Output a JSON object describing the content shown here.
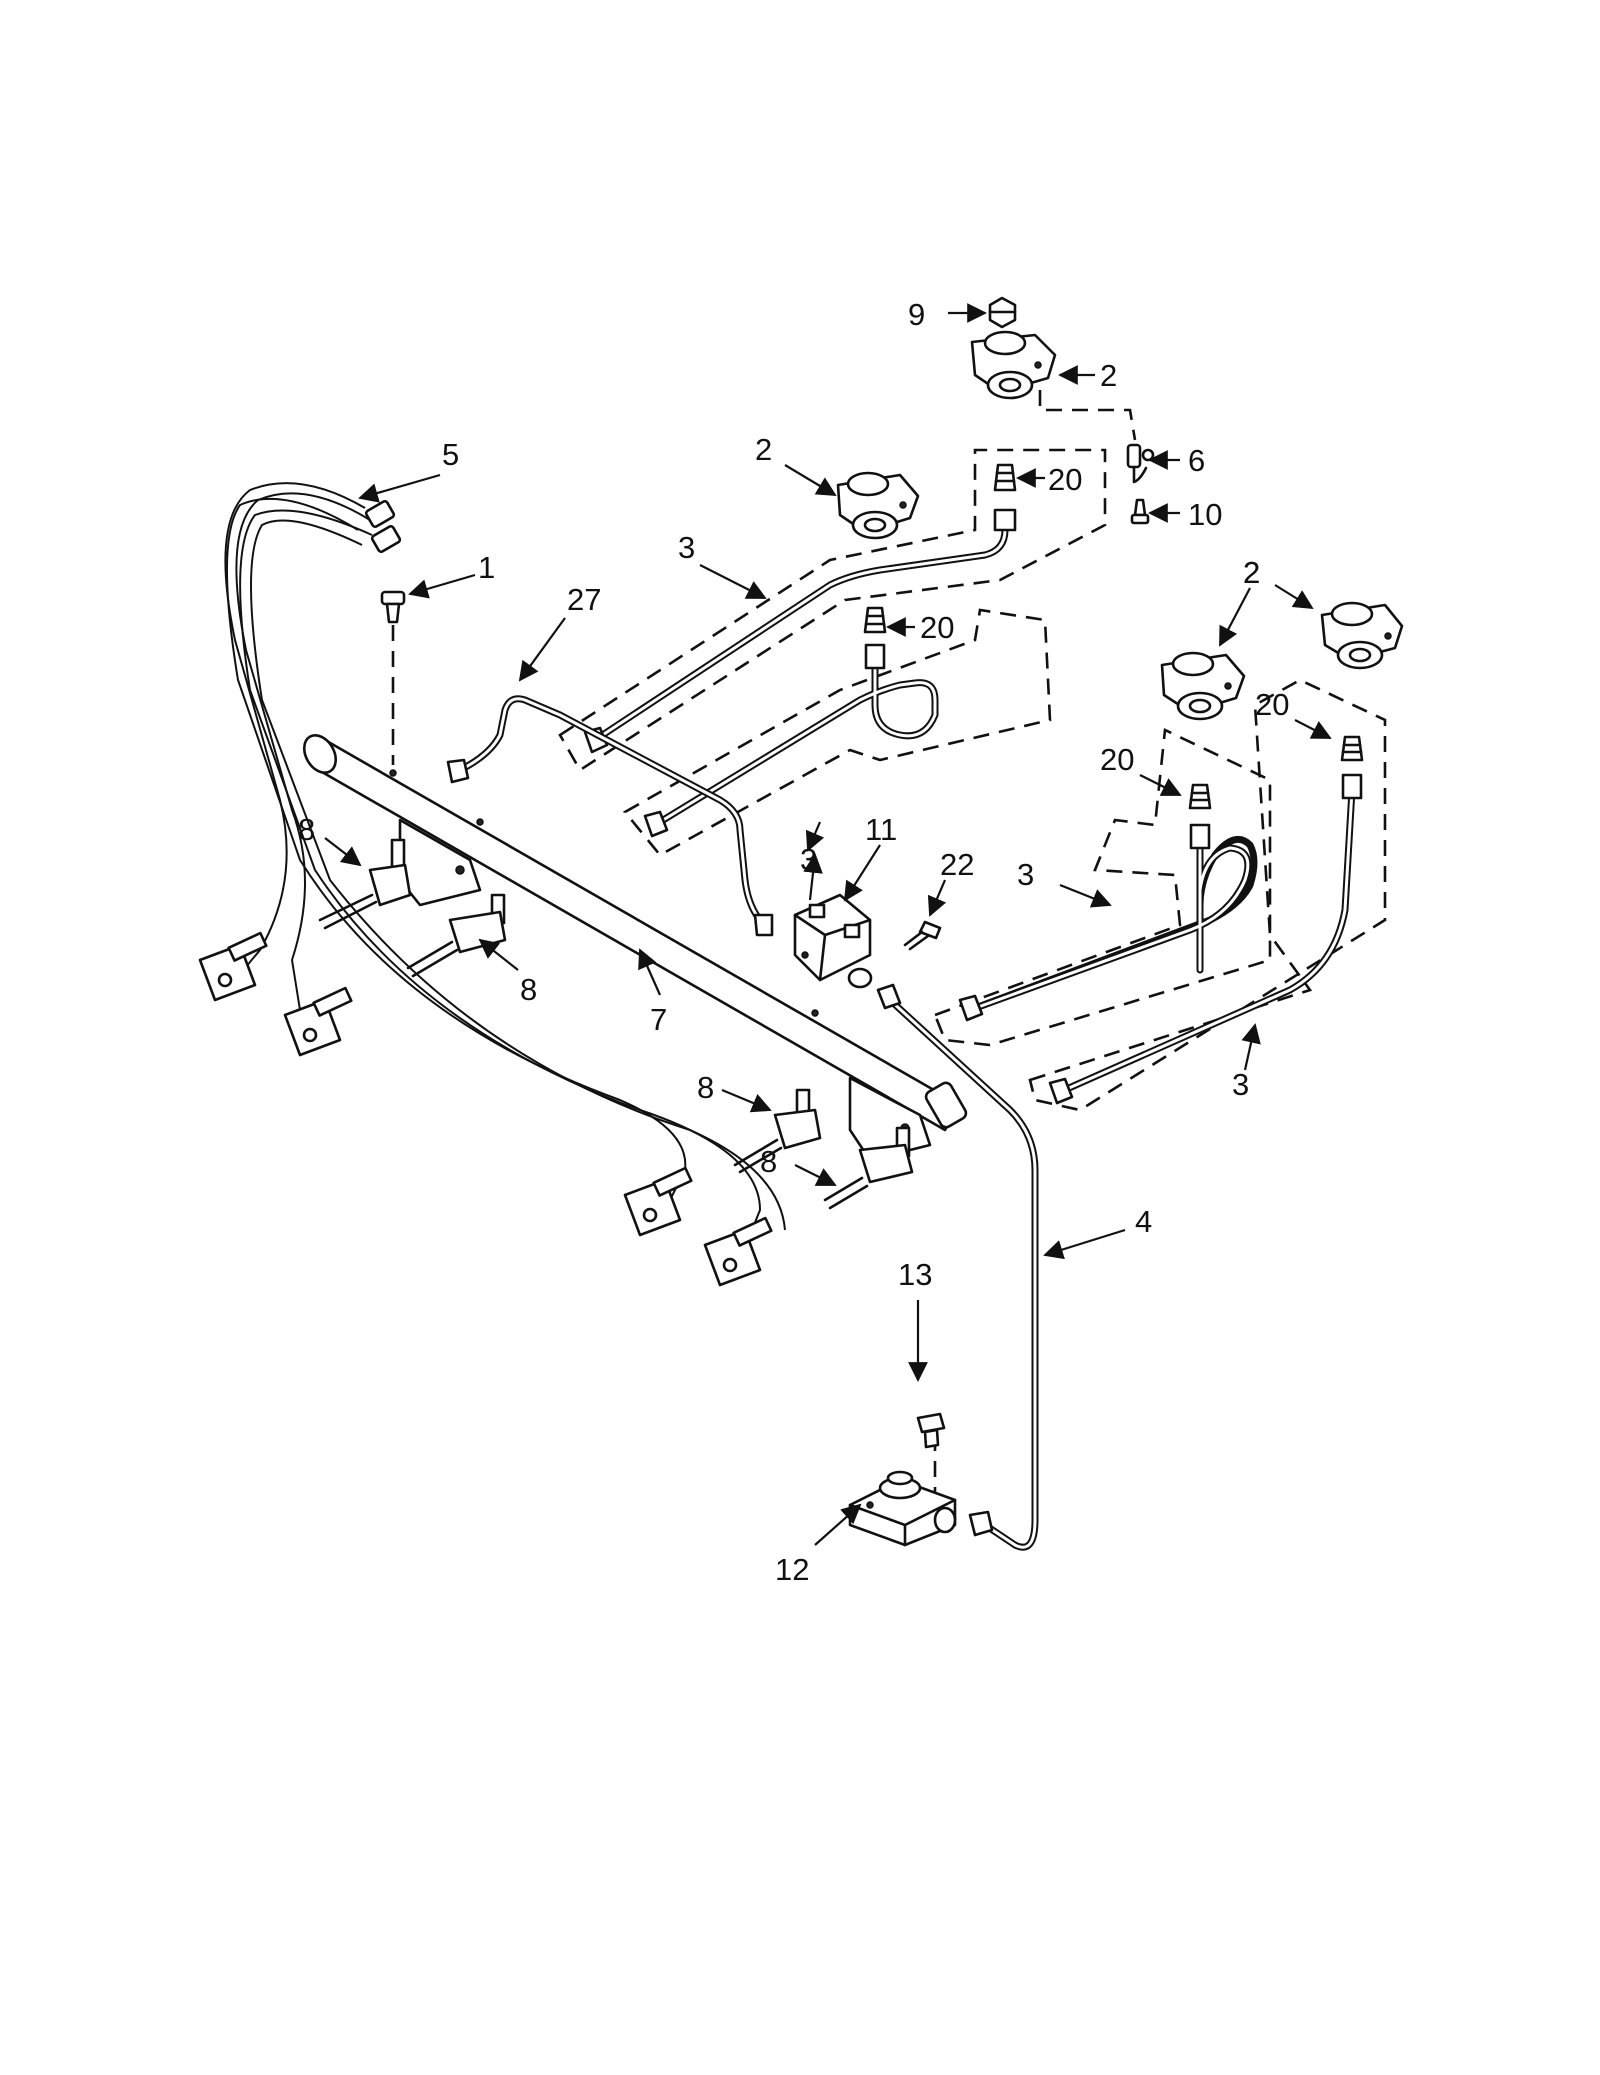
{
  "callouts": [
    {
      "id": "c9",
      "label": "9"
    },
    {
      "id": "c2a",
      "label": "2"
    },
    {
      "id": "c6",
      "label": "6"
    },
    {
      "id": "c10",
      "label": "10"
    },
    {
      "id": "c20a",
      "label": "20"
    },
    {
      "id": "c2b",
      "label": "2"
    },
    {
      "id": "c5",
      "label": "5"
    },
    {
      "id": "c3a",
      "label": "3"
    },
    {
      "id": "c1",
      "label": "1"
    },
    {
      "id": "c27",
      "label": "27"
    },
    {
      "id": "c20b",
      "label": "20"
    },
    {
      "id": "c2c",
      "label": "2"
    },
    {
      "id": "c2d",
      "label": "2"
    },
    {
      "id": "c20c",
      "label": "20"
    },
    {
      "id": "c20d",
      "label": "20"
    },
    {
      "id": "c8a",
      "label": "8"
    },
    {
      "id": "c11",
      "label": "11"
    },
    {
      "id": "c22",
      "label": "22"
    },
    {
      "id": "c3b",
      "label": "3"
    },
    {
      "id": "c3c",
      "label": "3"
    },
    {
      "id": "c8b",
      "label": "8"
    },
    {
      "id": "c7",
      "label": "7"
    },
    {
      "id": "c3d",
      "label": "3"
    },
    {
      "id": "c8c",
      "label": "8"
    },
    {
      "id": "c8d",
      "label": "8"
    },
    {
      "id": "c4",
      "label": "4"
    },
    {
      "id": "c13",
      "label": "13"
    },
    {
      "id": "c12",
      "label": "12"
    }
  ]
}
